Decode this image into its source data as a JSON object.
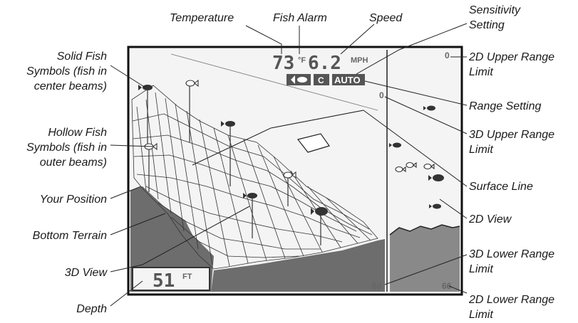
{
  "readout": {
    "temperature": "73",
    "temp_unit": "°F",
    "speed": "6.2",
    "speed_unit": "MPH",
    "icon_c": "C",
    "range_mode": "AUTO",
    "upper_2d": "0",
    "upper_3d": "0",
    "lower_3d": "60",
    "lower_2d": "66",
    "depth": "51",
    "depth_unit": "FT"
  },
  "labels": {
    "temperature": "Temperature",
    "fish_alarm": "Fish Alarm",
    "speed": "Speed",
    "sensitivity": [
      "Sensitivity",
      "Setting"
    ],
    "upper_2d": [
      "2D Upper Range",
      "Limit"
    ],
    "range_setting": "Range Setting",
    "upper_3d": [
      "3D Upper Range",
      "Limit"
    ],
    "surface_line": "Surface Line",
    "view_2d": "2D View",
    "lower_3d": [
      "3D Lower Range",
      "Limit"
    ],
    "lower_2d": [
      "2D Lower Range",
      "Limit"
    ],
    "solid_fish": [
      "Solid Fish",
      "Symbols (fish in",
      "center beams)"
    ],
    "hollow_fish": [
      "Hollow Fish",
      "Symbols (fish in",
      "outer beams)"
    ],
    "your_position": "Your Position",
    "bottom_terrain": "Bottom Terrain",
    "view_3d": "3D View",
    "depth": "Depth"
  },
  "colors": {
    "ink": "#1a1a1a",
    "screen_bg": "#f4f4f4",
    "terrain": "#555555"
  }
}
